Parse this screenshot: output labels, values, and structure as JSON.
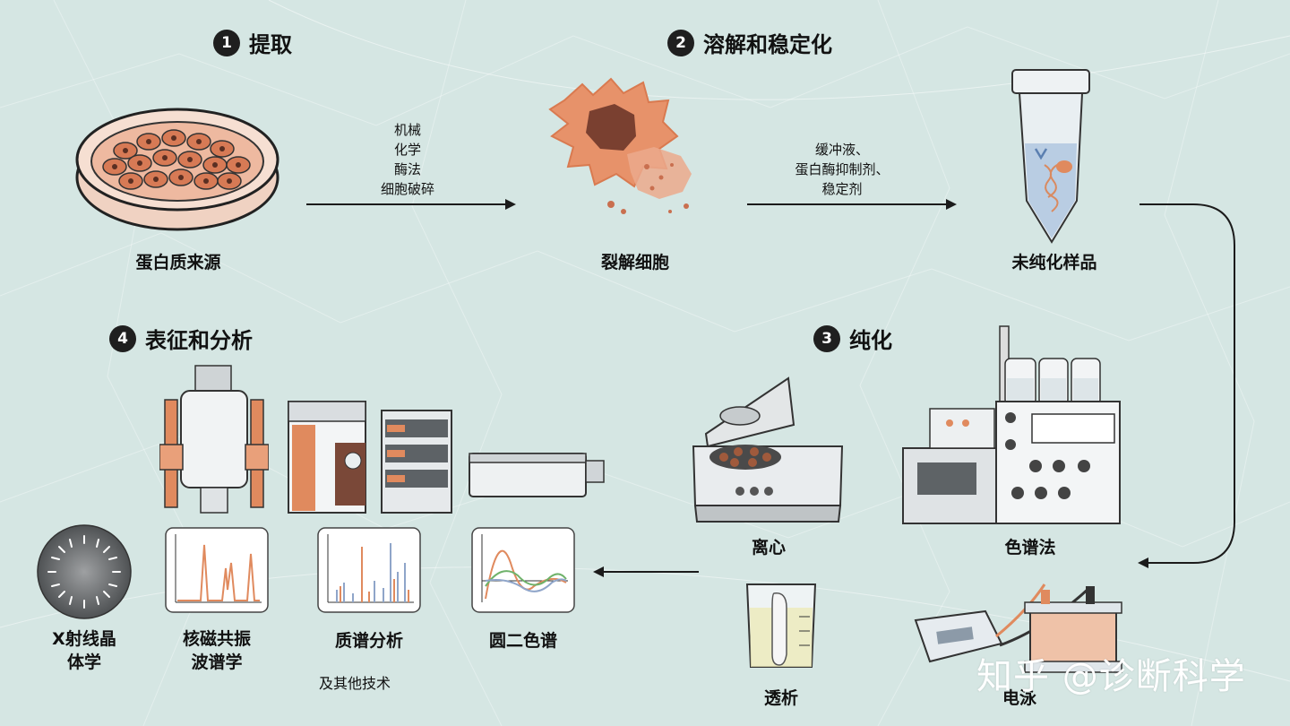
{
  "steps": [
    {
      "number": "1",
      "title": "提取"
    },
    {
      "number": "2",
      "title": "溶解和稳定化"
    },
    {
      "number": "3",
      "title": "纯化"
    },
    {
      "number": "4",
      "title": "表征和分析"
    }
  ],
  "labels": {
    "protein_source": "蛋白质来源",
    "lysed_cells": "裂解细胞",
    "unpurified_sample": "未纯化样品",
    "centrifuge": "离心",
    "chromatography": "色谱法",
    "dialysis": "透析",
    "electrophoresis": "电泳",
    "xray_line1": "X射线晶",
    "xray_line2": "体学",
    "nmr_line1": "核磁共振",
    "nmr_line2": "波谱学",
    "mass_spec": "质谱分析",
    "cd": "圆二色谱",
    "other_tech": "及其他技术"
  },
  "extraction_methods": [
    "机械",
    "化学",
    "酶法",
    "细胞破碎"
  ],
  "solubilization_agents": [
    "缓冲液、",
    "蛋白酶抑制剂、",
    "稳定剂"
  ],
  "watermark": "知乎 @诊断科学",
  "colors": {
    "background": "#d5e6e3",
    "accent_orange": "#e08a5e",
    "arrow": "#1b1b1b",
    "badge": "#1f1f1f"
  }
}
